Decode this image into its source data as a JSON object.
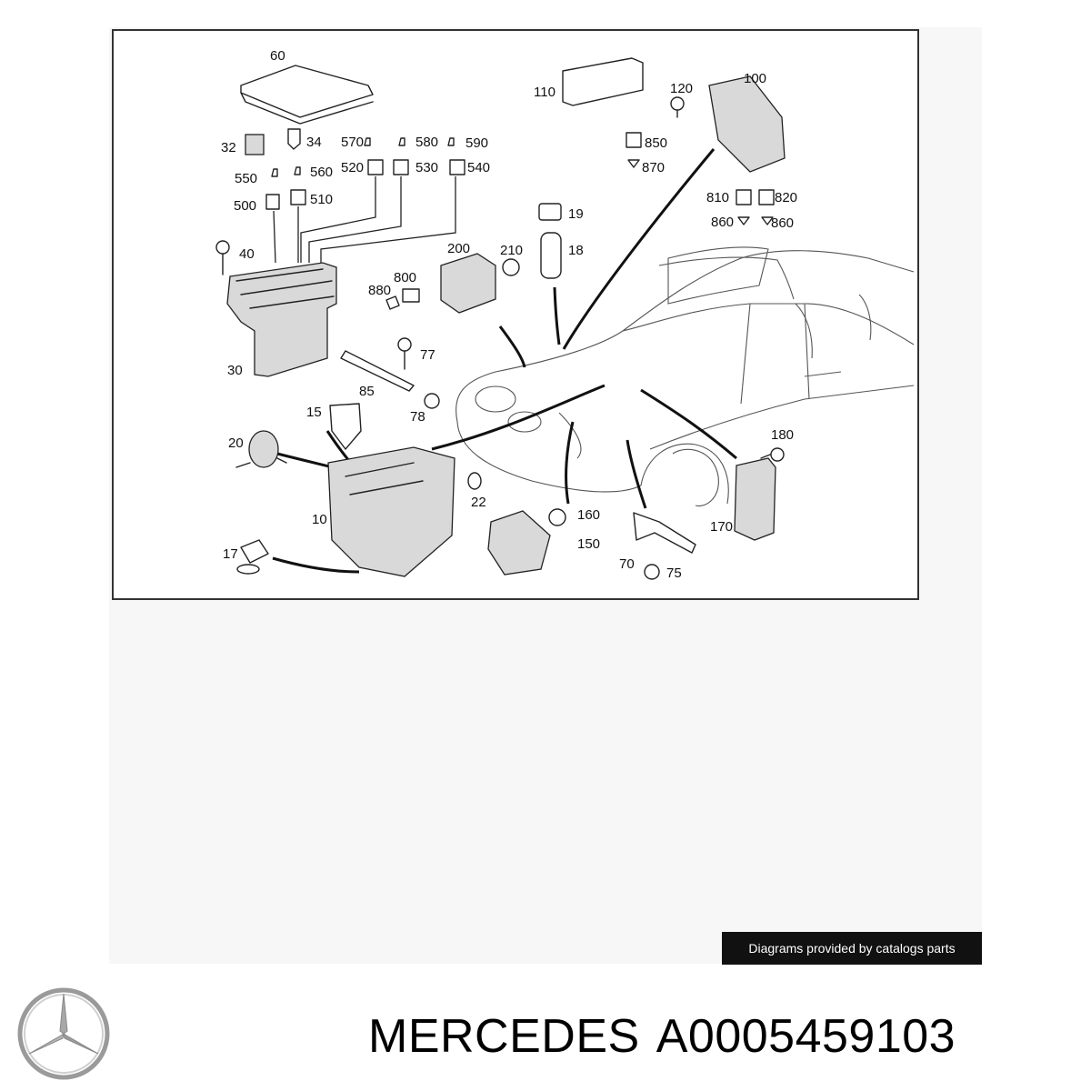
{
  "diagram": {
    "labels": {
      "p60": "60",
      "p32": "32",
      "p34": "34",
      "p570": "570",
      "p580": "580",
      "p590": "590",
      "p520": "520",
      "p530": "530",
      "p540": "540",
      "p550": "550",
      "p560": "560",
      "p500": "500",
      "p510": "510",
      "p40": "40",
      "p30": "30",
      "p110": "110",
      "p120": "120",
      "p100": "100",
      "p850": "850",
      "p870": "870",
      "p810": "810",
      "p820": "820",
      "p860a": "860",
      "p860b": "860",
      "p19": "19",
      "p18": "18",
      "p200": "200",
      "p210": "210",
      "p800": "800",
      "p880": "880",
      "p77": "77",
      "p85": "85",
      "p78": "78",
      "p15": "15",
      "p20": "20",
      "p22": "22",
      "p10": "10",
      "p17": "17",
      "p160": "160",
      "p150": "150",
      "p70": "70",
      "p75": "75",
      "p180": "180",
      "p170": "170"
    }
  },
  "credit": "Diagrams provided by catalogs parts",
  "brand": "MERCEDES",
  "part_number": "A0005459103",
  "logo_icon": "mercedes-star-icon"
}
